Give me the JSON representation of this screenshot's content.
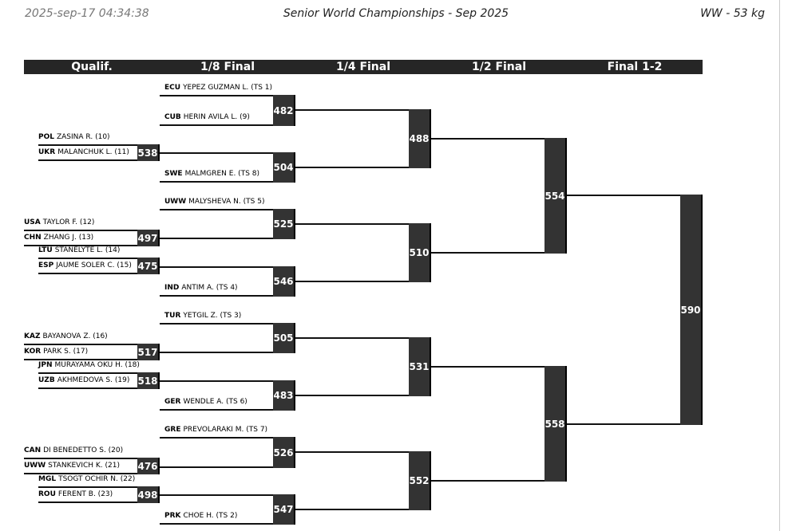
{
  "header": {
    "timestamp": "2025-sep-17 04:34:38",
    "title": "Senior World Championships - Sep 2025",
    "category": "WW - 53 kg"
  },
  "rounds": [
    "Qualif.",
    "1/8 Final",
    "1/4 Final",
    "1/2 Final",
    "Final 1-2"
  ],
  "qualif": [
    {
      "a": {
        "nat": "POL",
        "name": "ZASINA R. (10)"
      },
      "b": {
        "nat": "UKR",
        "name": "MALANCHUK L. (11)"
      },
      "bout": "538"
    },
    {
      "a": {
        "nat": "USA",
        "name": "TAYLOR F. (12)"
      },
      "b": {
        "nat": "CHN",
        "name": "ZHANG J. (13)"
      },
      "bout": "497"
    },
    {
      "a": {
        "nat": "LTU",
        "name": "STANELYTE L. (14)"
      },
      "b": {
        "nat": "ESP",
        "name": "JAUME SOLER C. (15)"
      },
      "bout": "475"
    },
    {
      "a": {
        "nat": "KAZ",
        "name": "BAYANOVA Z. (16)"
      },
      "b": {
        "nat": "KOR",
        "name": "PARK S. (17)"
      },
      "bout": "517"
    },
    {
      "a": {
        "nat": "JPN",
        "name": "MURAYAMA OKU H. (18)"
      },
      "b": {
        "nat": "UZB",
        "name": "AKHMEDOVA S. (19)"
      },
      "bout": "518"
    },
    {
      "a": {
        "nat": "CAN",
        "name": "DI BENEDETTO S. (20)"
      },
      "b": {
        "nat": "UWW",
        "name": "STANKEVICH K. (21)"
      },
      "bout": "476"
    },
    {
      "a": {
        "nat": "MGL",
        "name": "TSOGT OCHIR N. (22)"
      },
      "b": {
        "nat": "ROU",
        "name": "FERENT B. (23)"
      },
      "bout": "498"
    }
  ],
  "eighth": [
    {
      "a": {
        "nat": "ECU",
        "name": "YEPEZ GUZMAN L. (TS 1)"
      },
      "b": {
        "nat": "CUB",
        "name": "HERIN AVILA L. (9)"
      },
      "bout": "482"
    },
    {
      "a": null,
      "b": {
        "nat": "SWE",
        "name": "MALMGREN E. (TS 8)"
      },
      "bout": "504"
    },
    {
      "a": {
        "nat": "UWW",
        "name": "MALYSHEVA N. (TS 5)"
      },
      "b": null,
      "bout": "525"
    },
    {
      "a": null,
      "b": {
        "nat": "IND",
        "name": "ANTIM A. (TS 4)"
      },
      "bout": "546"
    },
    {
      "a": {
        "nat": "TUR",
        "name": "YETGIL Z. (TS 3)"
      },
      "b": null,
      "bout": "505"
    },
    {
      "a": null,
      "b": {
        "nat": "GER",
        "name": "WENDLE A. (TS 6)"
      },
      "bout": "483"
    },
    {
      "a": {
        "nat": "GRE",
        "name": "PREVOLARAKI M. (TS 7)"
      },
      "b": null,
      "bout": "526"
    },
    {
      "a": null,
      "b": {
        "nat": "PRK",
        "name": "CHOE H. (TS 2)"
      },
      "bout": "547"
    }
  ],
  "quarter": [
    "488",
    "510",
    "531",
    "552"
  ],
  "semi": [
    "554",
    "558"
  ],
  "final": "590"
}
